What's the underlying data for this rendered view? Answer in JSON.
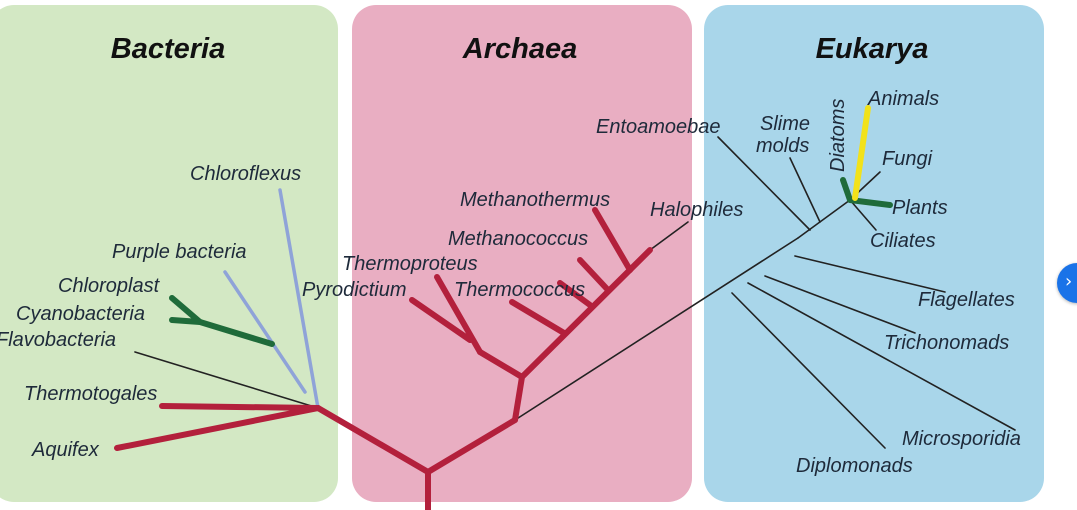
{
  "domains": {
    "bacteria": {
      "title": "Bacteria",
      "color": "#d3e8c4"
    },
    "archaea": {
      "title": "Archaea",
      "color": "#e9aec2"
    },
    "eukarya": {
      "title": "Eukarya",
      "color": "#a9d6ea"
    }
  },
  "labels": {
    "chloroflexus": "Chloroflexus",
    "purple_bacteria": "Purple bacteria",
    "chloroplast": "Chloroplast",
    "cyanobacteria": "Cyanobacteria",
    "flavobacteria": "Flavobacteria",
    "thermotogales": "Thermotogales",
    "aquifex": "Aquifex",
    "methanothermus": "Methanothermus",
    "methanococcus": "Methanococcus",
    "thermoproteus": "Thermoproteus",
    "pyrodictium": "Pyrodictium",
    "thermococcus": "Thermococcus",
    "halophiles": "Halophiles",
    "entoamoebae": "Entoamoebae",
    "slime": "Slime",
    "molds": "molds",
    "diatoms": "Diatoms",
    "animals": "Animals",
    "fungi": "Fungi",
    "plants": "Plants",
    "ciliates": "Ciliates",
    "flagellates": "Flagellates",
    "trichonomads": "Trichonomads",
    "microsporidia": "Microsporidia",
    "diplomonads": "Diplomonads"
  },
  "colors": {
    "root_branch": "#b3203c",
    "purple_lineage": "#8fa3d8",
    "chloroplast_lineage": "#1f6b3a",
    "thin_branch": "#222222",
    "diatom_lineage": "#f2e21a",
    "nav_button": "#1a73e8"
  },
  "nav": {
    "next_icon": "›"
  }
}
